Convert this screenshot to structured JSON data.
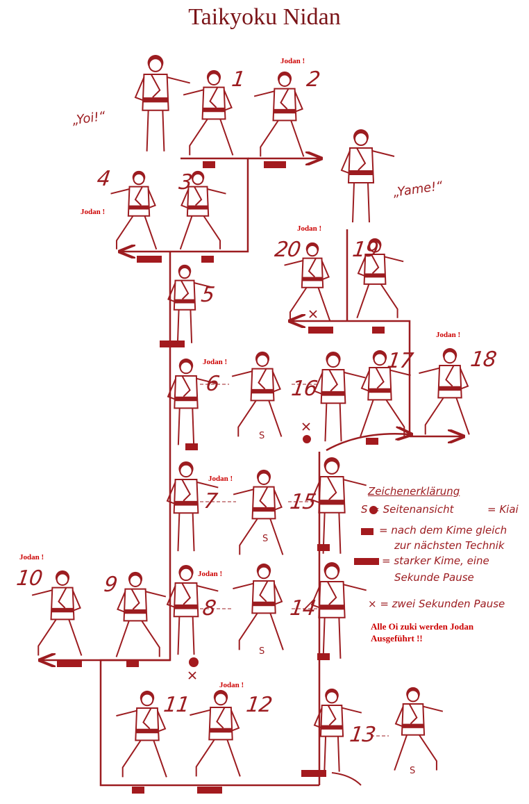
{
  "title": "Taikyoku Nidan",
  "colors": {
    "ink": "#9c1c20",
    "accent": "#cc0000",
    "background": "#ffffff"
  },
  "commands": {
    "yoi": "„Yoi!“",
    "yame": "„Yame!“"
  },
  "jodan_label": "Jodan !",
  "side_view_mark": "S",
  "steps": [
    "1",
    "2",
    "3",
    "4",
    "5",
    "6",
    "7",
    "8",
    "9",
    "10",
    "11",
    "12",
    "13",
    "14",
    "15",
    "16",
    "17",
    "18",
    "19",
    "20"
  ],
  "legend": {
    "title": "Zeichenerklärung",
    "side_view": "S = Seitenansicht",
    "kiai": "= Kiai",
    "short_kime_1": "= nach dem Kime gleich",
    "short_kime_2": "zur nächsten Technik",
    "long_kime_1": "= starker Kime, eine",
    "long_kime_2": "Sekunde Pause",
    "two_second_pause": "× = zwei Sekunden Pause"
  },
  "note": {
    "line1": "Alle Oi zuki werden Jodan",
    "line2": "Ausgeführt !!"
  }
}
